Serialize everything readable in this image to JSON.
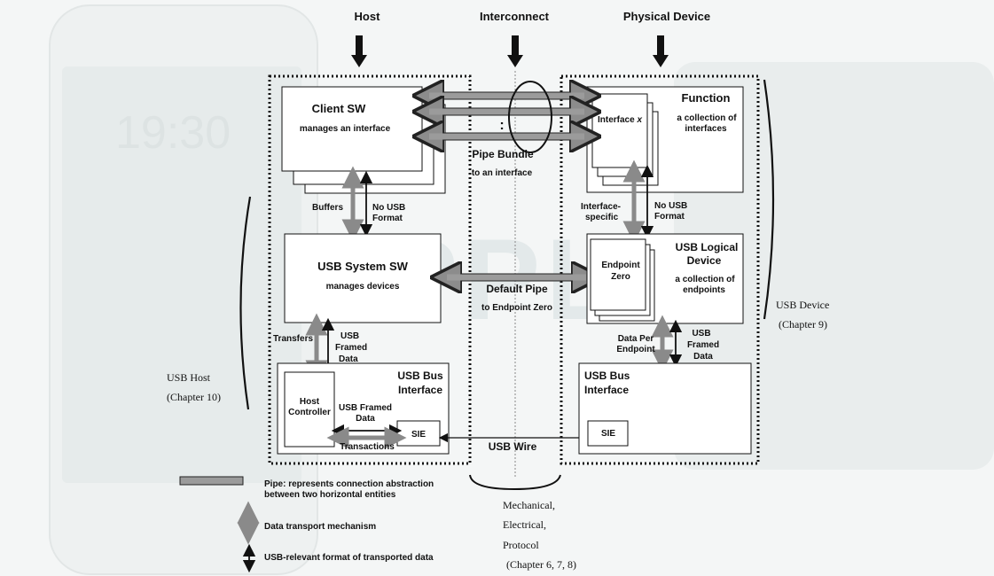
{
  "columns": {
    "host": "Host",
    "interconnect": "Interconnect",
    "device": "Physical Device"
  },
  "background": {
    "clock": "19:30",
    "watermark": "APPLE"
  },
  "host": {
    "client_sw": {
      "title": "Client SW",
      "sub": "manages an interface"
    },
    "buffers": "Buffers",
    "no_usb_format_1": "No USB",
    "no_usb_format_2": "Format",
    "system_sw": {
      "title": "USB System SW",
      "sub": "manages devices"
    },
    "transfers": "Transfers",
    "usb_framed_1": "USB",
    "usb_framed_2": "Framed",
    "usb_framed_3": "Data",
    "bus_interface_1": "USB Bus",
    "bus_interface_2": "Interface",
    "host_controller_1": "Host",
    "host_controller_2": "Controller",
    "inner_framed_1": "USB Framed",
    "inner_framed_2": "Data",
    "transactions": "Transactions",
    "sie": "SIE",
    "side_label_1": "USB Host",
    "side_label_2": "(Chapter 10)"
  },
  "interconnect": {
    "dots": ":",
    "pipe_bundle": "Pipe Bundle",
    "to_interface": "to an interface",
    "default_pipe": "Default Pipe",
    "to_endpoint_zero": "to Endpoint Zero",
    "usb_wire": "USB Wire",
    "mech_1": "Mechanical,",
    "mech_2": "Electrical,",
    "mech_3": "Protocol",
    "mech_4": "(Chapter 6, 7, 8)"
  },
  "device": {
    "function": {
      "title": "Function",
      "sub_1": "a collection of",
      "sub_2": "interfaces",
      "interface_x": "Interface",
      "interface_var": "x"
    },
    "interface_specific_1": "Interface-",
    "interface_specific_2": "specific",
    "no_usb_format_1": "No USB",
    "no_usb_format_2": "Format",
    "logical": {
      "title_1": "USB Logical",
      "title_2": "Device",
      "sub_1": "a collection of",
      "sub_2": "endpoints",
      "ep_1": "Endpoint",
      "ep_2": "Zero"
    },
    "data_per_1": "Data Per",
    "data_per_2": "Endpoint",
    "framed_1": "USB",
    "framed_2": "Framed",
    "framed_3": "Data",
    "bus_interface_1": "USB Bus",
    "bus_interface_2": "Interface",
    "sie": "SIE",
    "side_label_1": "USB Device",
    "side_label_2": "(Chapter 9)"
  },
  "legend": {
    "pipe_1": "Pipe:  represents connection abstraction",
    "pipe_2": "between two horizontal entities",
    "transport": "Data transport mechanism",
    "format": "USB-relevant format of transported data"
  },
  "colors": {
    "pipe": "#9b9b9b",
    "pipe_stroke": "#333333",
    "dotted": "#111111"
  }
}
